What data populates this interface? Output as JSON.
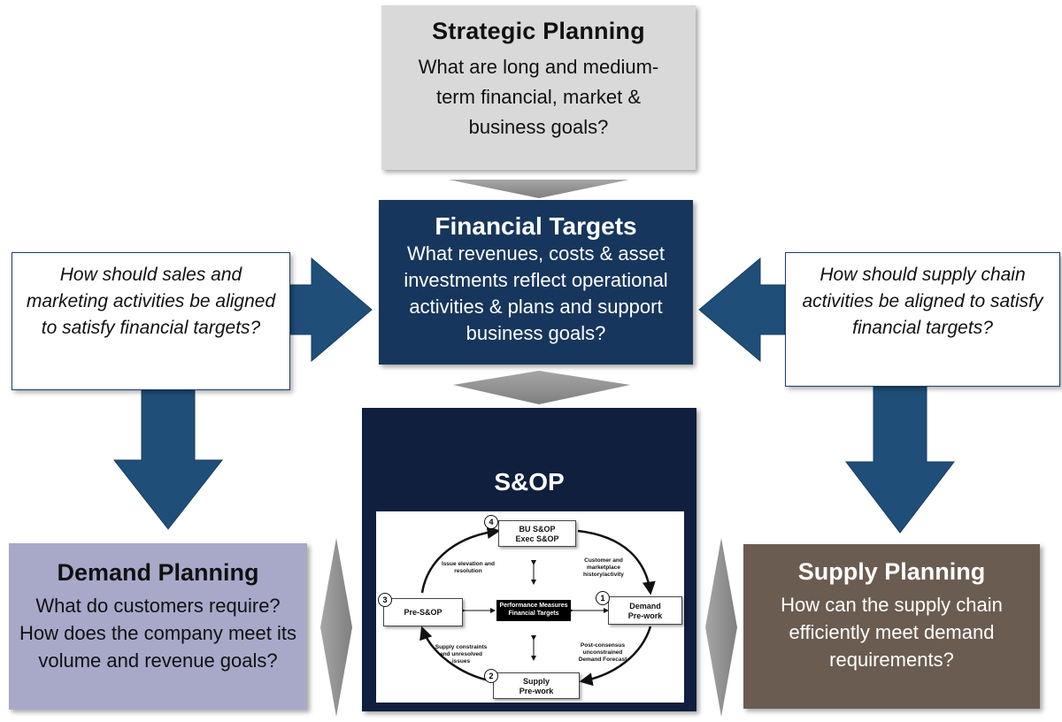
{
  "strategic_planning": {
    "title": "Strategic Planning",
    "question": "What are long and medium-term financial, market & business goals?"
  },
  "financial_targets": {
    "title": "Financial Targets",
    "question": "What revenues, costs & asset investments reflect operational activities & plans and support business goals?"
  },
  "sales_question": "How should sales and marketing activities be aligned to satisfy financial targets?",
  "supply_chain_question": "How should supply chain activities be aligned to satisfy financial targets?",
  "sop": {
    "title": "S&OP",
    "cycle": {
      "exec_node": {
        "number": "4",
        "line1": "BU S&OP",
        "line2": "Exec S&OP"
      },
      "demand_node": {
        "number": "1",
        "line1": "Demand",
        "line2": "Pre-work"
      },
      "supply_node": {
        "number": "2",
        "line1": "Supply",
        "line2": "Pre-work"
      },
      "pre_sop_node": {
        "number": "3",
        "line1": "Pre-S&OP"
      },
      "center": {
        "line1": "Performance Measures",
        "line2": "Financial Targets"
      },
      "labels": {
        "issue_elevation": "Issue elevation and resolution",
        "customer_marketplace": "Customer and marketplace history/activity",
        "supply_constraints": "Supply constraints and unresolved issues",
        "post_consensus": "Post-consensus unconstrained Demand Forecast"
      }
    }
  },
  "demand_planning": {
    "title": "Demand Planning",
    "question": "What do customers require? How does the company meet its volume and revenue goals?"
  },
  "supply_planning": {
    "title": "Supply Planning",
    "question": "How can the supply chain efficiently meet demand requirements?"
  },
  "colors": {
    "navy": "#17365d",
    "arrow_blue": "#1f4e79",
    "gray_arrow": "#8c8c8c",
    "strategic_fill": "#d9d9d9",
    "demand_fill": "#a8a9c9",
    "supply_fill": "#6b5c51",
    "sop_fill": "#0f1f3d"
  }
}
